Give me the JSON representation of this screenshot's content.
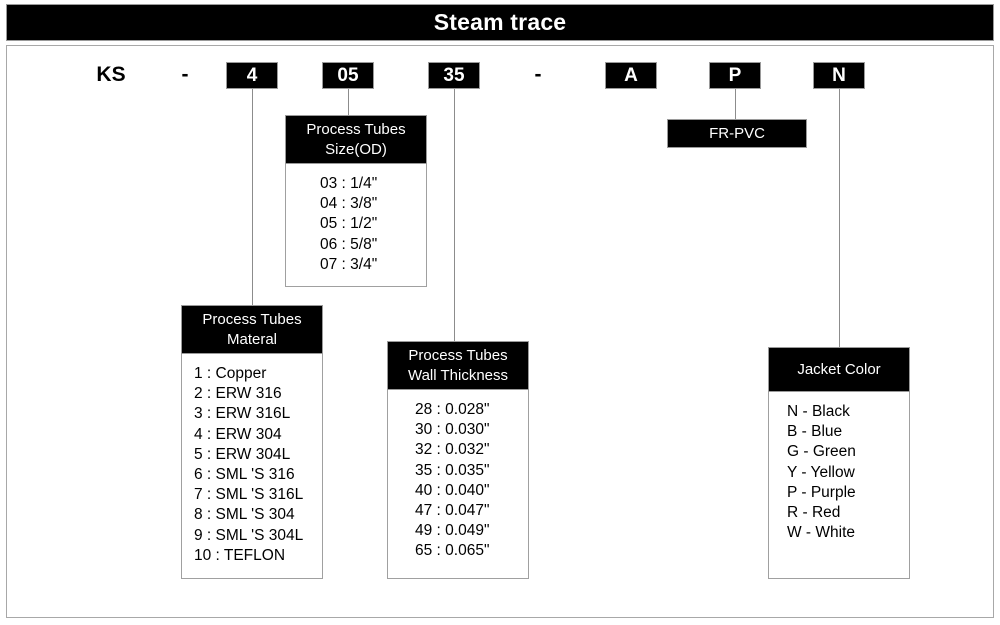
{
  "title": "Steam trace",
  "code_row": {
    "prefix": "KS",
    "dash1": "-",
    "dash2": "-",
    "boxes": [
      {
        "value": "4"
      },
      {
        "value": "05"
      },
      {
        "value": "35"
      },
      {
        "value": "A"
      },
      {
        "value": "P"
      },
      {
        "value": "N"
      }
    ]
  },
  "tag": {
    "fr_pvc": "FR-PVC"
  },
  "panels": {
    "size": {
      "head_line1": "Process Tubes",
      "head_line2": "Size(OD)",
      "items": [
        "03 : 1/4\"",
        "04 : 3/8\"",
        "05 : 1/2\"",
        "06 : 5/8\"",
        "07 : 3/4\""
      ]
    },
    "material": {
      "head_line1": "Process Tubes",
      "head_line2": "Materal",
      "items": [
        "1 : Copper",
        "2 : ERW 316",
        "3 : ERW 316L",
        "4 : ERW 304",
        "5 : ERW 304L",
        "6 : SML 'S 316",
        "7 : SML 'S 316L",
        "8 : SML 'S 304",
        "9 : SML 'S 304L",
        "10 : TEFLON"
      ]
    },
    "wall": {
      "head_line1": "Process Tubes",
      "head_line2": "Wall Thickness",
      "items": [
        "28 : 0.028\"",
        "30 : 0.030\"",
        "32 : 0.032\"",
        "35 : 0.035\"",
        "40 : 0.040\"",
        "47 : 0.047\"",
        "49 : 0.049\"",
        "65 : 0.065\""
      ]
    },
    "jacket": {
      "head_line1": "Jacket Color",
      "head_line2": "",
      "items": [
        "N - Black",
        "B - Blue",
        "G - Green",
        "Y - Yellow",
        "P - Purple",
        "R - Red",
        "W - White"
      ]
    }
  },
  "colors": {
    "black": "#000000",
    "white": "#ffffff",
    "border_gray": "#a0a0a0",
    "line_gray": "#8c8c8c"
  }
}
